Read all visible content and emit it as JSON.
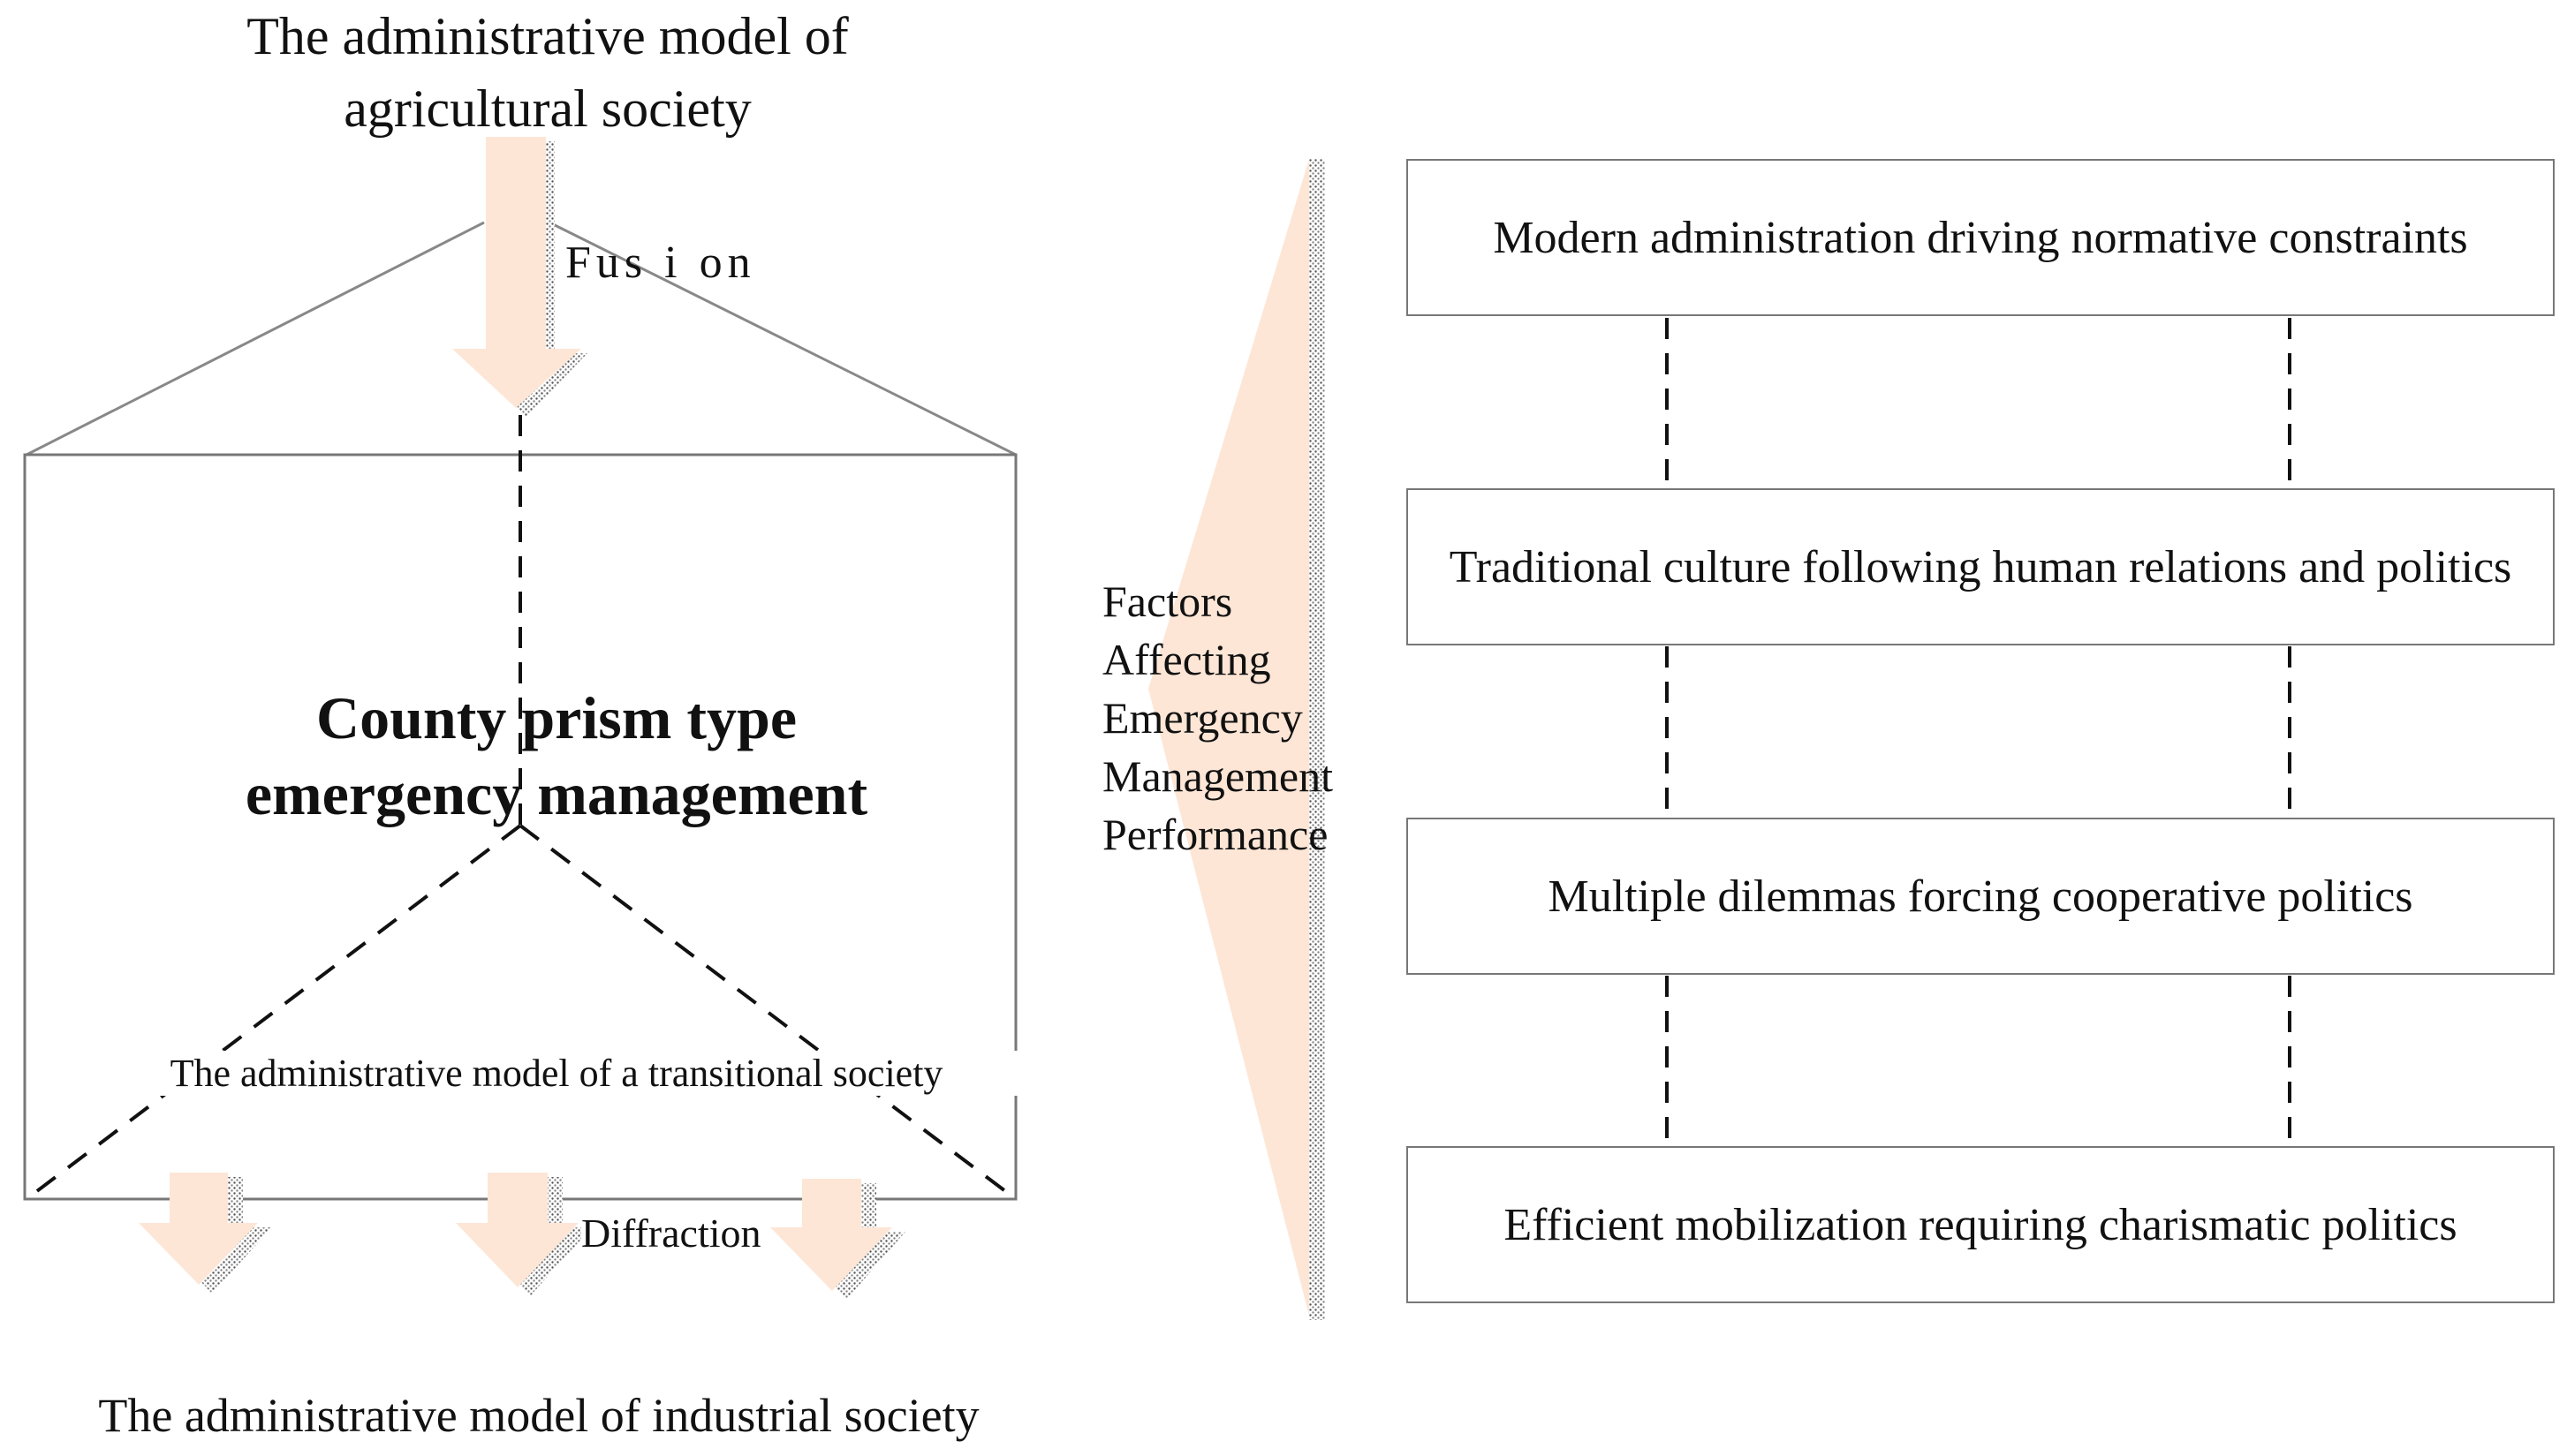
{
  "diagram": {
    "top_title_line1": "The administrative model of",
    "top_title_line2": "agricultural society",
    "fusion_label": "Fus i on",
    "center_title_line1": "County prism type",
    "center_title_line2": "emergency management",
    "transitional_label": "The administrative model of a transitional society",
    "diffraction_label": "Diffraction",
    "bottom_title": "The administrative model of industrial society",
    "factors_label": [
      "Factors",
      "Affecting",
      "Emergency",
      "Management",
      "Performance"
    ],
    "factor_boxes": [
      "Modern administration driving normative constraints",
      "Traditional culture following human relations and politics",
      "Multiple dilemmas forcing cooperative politics",
      "Efficient mobilization requiring charismatic politics"
    ],
    "colors": {
      "arrow_fill": "#fde6d6",
      "line": "#888888",
      "dashed": "#111111"
    }
  }
}
